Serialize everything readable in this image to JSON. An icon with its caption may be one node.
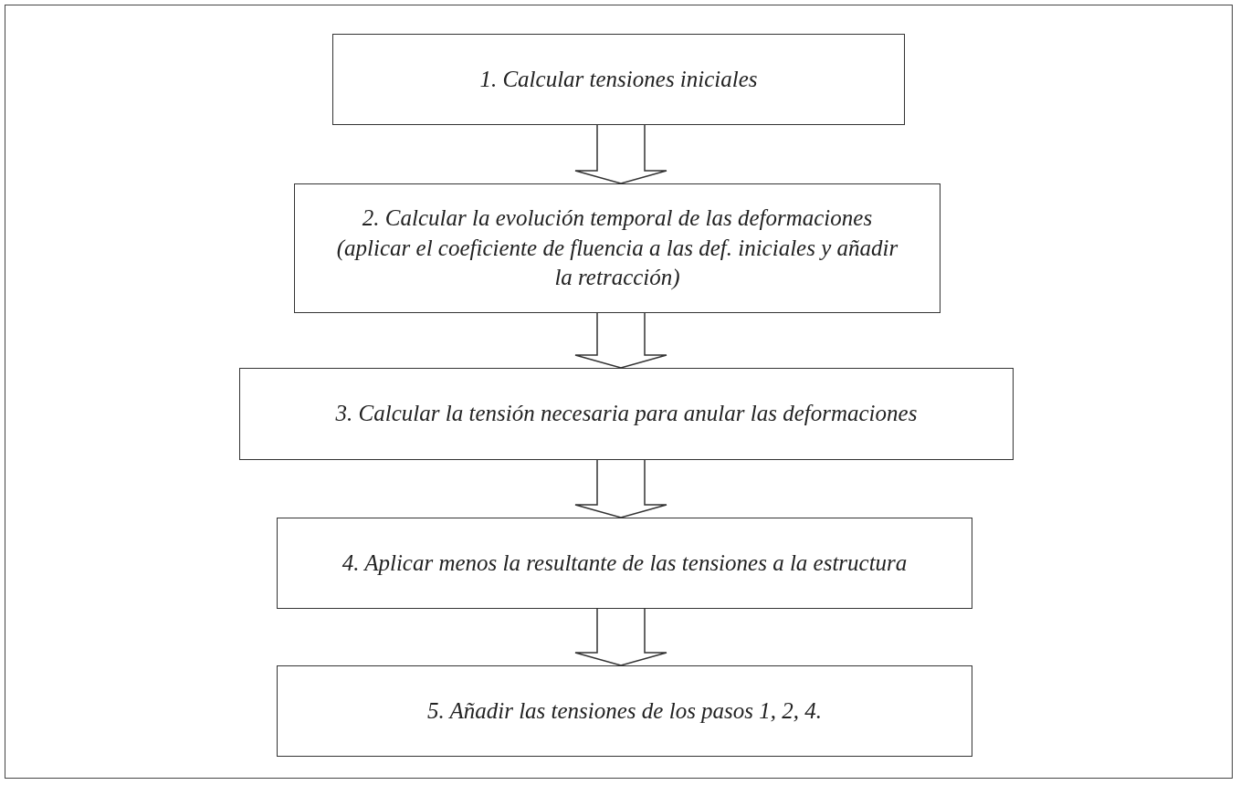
{
  "diagram": {
    "nodes": [
      {
        "text": [
          "1. Calcular tensiones iniciales"
        ]
      },
      {
        "text": [
          "2. Calcular la evolución temporal de las deformaciones (aplicar el coeficiente de fluencia a las def. iniciales y añadir la retracción)"
        ]
      },
      {
        "text": [
          "3. Calcular la tensión necesaria para anular las deformaciones"
        ]
      },
      {
        "text": [
          "4. Aplicar menos la resultante de las tensiones a la estructura"
        ]
      },
      {
        "text": [
          "5. Añadir las tensiones de los pasos 1, 2, 4."
        ]
      }
    ],
    "edges": [
      {
        "from": 0,
        "to": 1,
        "arrow": "to"
      },
      {
        "from": 1,
        "to": 2,
        "arrow": "to"
      },
      {
        "from": 2,
        "to": 3,
        "arrow": "to"
      },
      {
        "from": 3,
        "to": 4,
        "arrow": "to"
      }
    ]
  }
}
